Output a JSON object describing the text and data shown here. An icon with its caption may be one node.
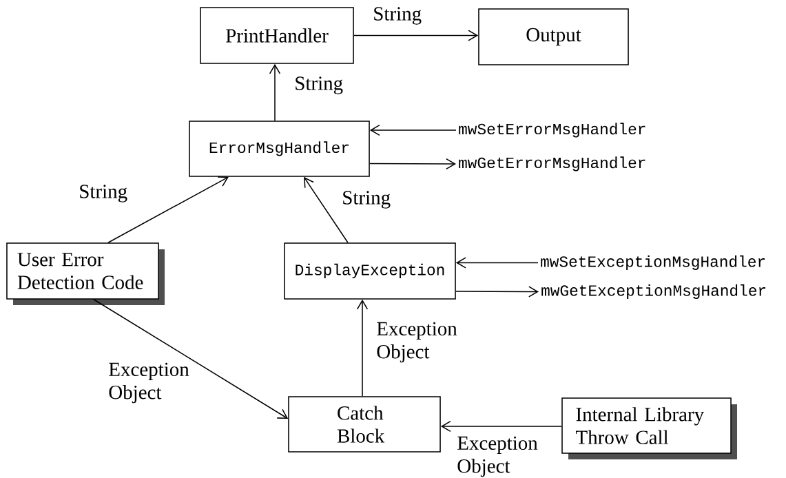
{
  "diagram": {
    "nodes": [
      {
        "text": [
          "PrintHandler"
        ]
      },
      {
        "text": [
          "Output"
        ]
      },
      {
        "text": [
          "ErrorMsgHandler"
        ]
      },
      {
        "text": [
          "mwSetErrorMsgHandler"
        ]
      },
      {
        "text": [
          "mwGetErrorMsgHandler"
        ]
      },
      {
        "text": [
          "User Error Detection Code"
        ]
      },
      {
        "text": [
          "DisplayException"
        ]
      },
      {
        "text": [
          "mwSetExceptionMsgHandler"
        ]
      },
      {
        "text": [
          "mwGetExceptionMsgHandler"
        ]
      },
      {
        "text": [
          "Catch Block"
        ]
      },
      {
        "text": [
          "Internal Library Throw Call"
        ]
      }
    ],
    "edges": [
      {
        "from": 0,
        "to": 1,
        "arrow": "to",
        "label": "String"
      },
      {
        "from": 2,
        "to": 0,
        "arrow": "to",
        "label": "String"
      },
      {
        "from": 3,
        "to": 2,
        "arrow": "to"
      },
      {
        "from": 2,
        "to": 4,
        "arrow": "to"
      },
      {
        "from": 5,
        "to": 2,
        "arrow": "to",
        "label": "String"
      },
      {
        "from": 6,
        "to": 2,
        "arrow": "to",
        "label": "String"
      },
      {
        "from": 7,
        "to": 6,
        "arrow": "to"
      },
      {
        "from": 6,
        "to": 8,
        "arrow": "to"
      },
      {
        "from": 5,
        "to": 9,
        "arrow": "to",
        "label": "Exception Object"
      },
      {
        "from": 9,
        "to": 6,
        "arrow": "to",
        "label": "Exception Object"
      },
      {
        "from": 10,
        "to": 9,
        "arrow": "to",
        "label": "Exception Object"
      }
    ]
  }
}
